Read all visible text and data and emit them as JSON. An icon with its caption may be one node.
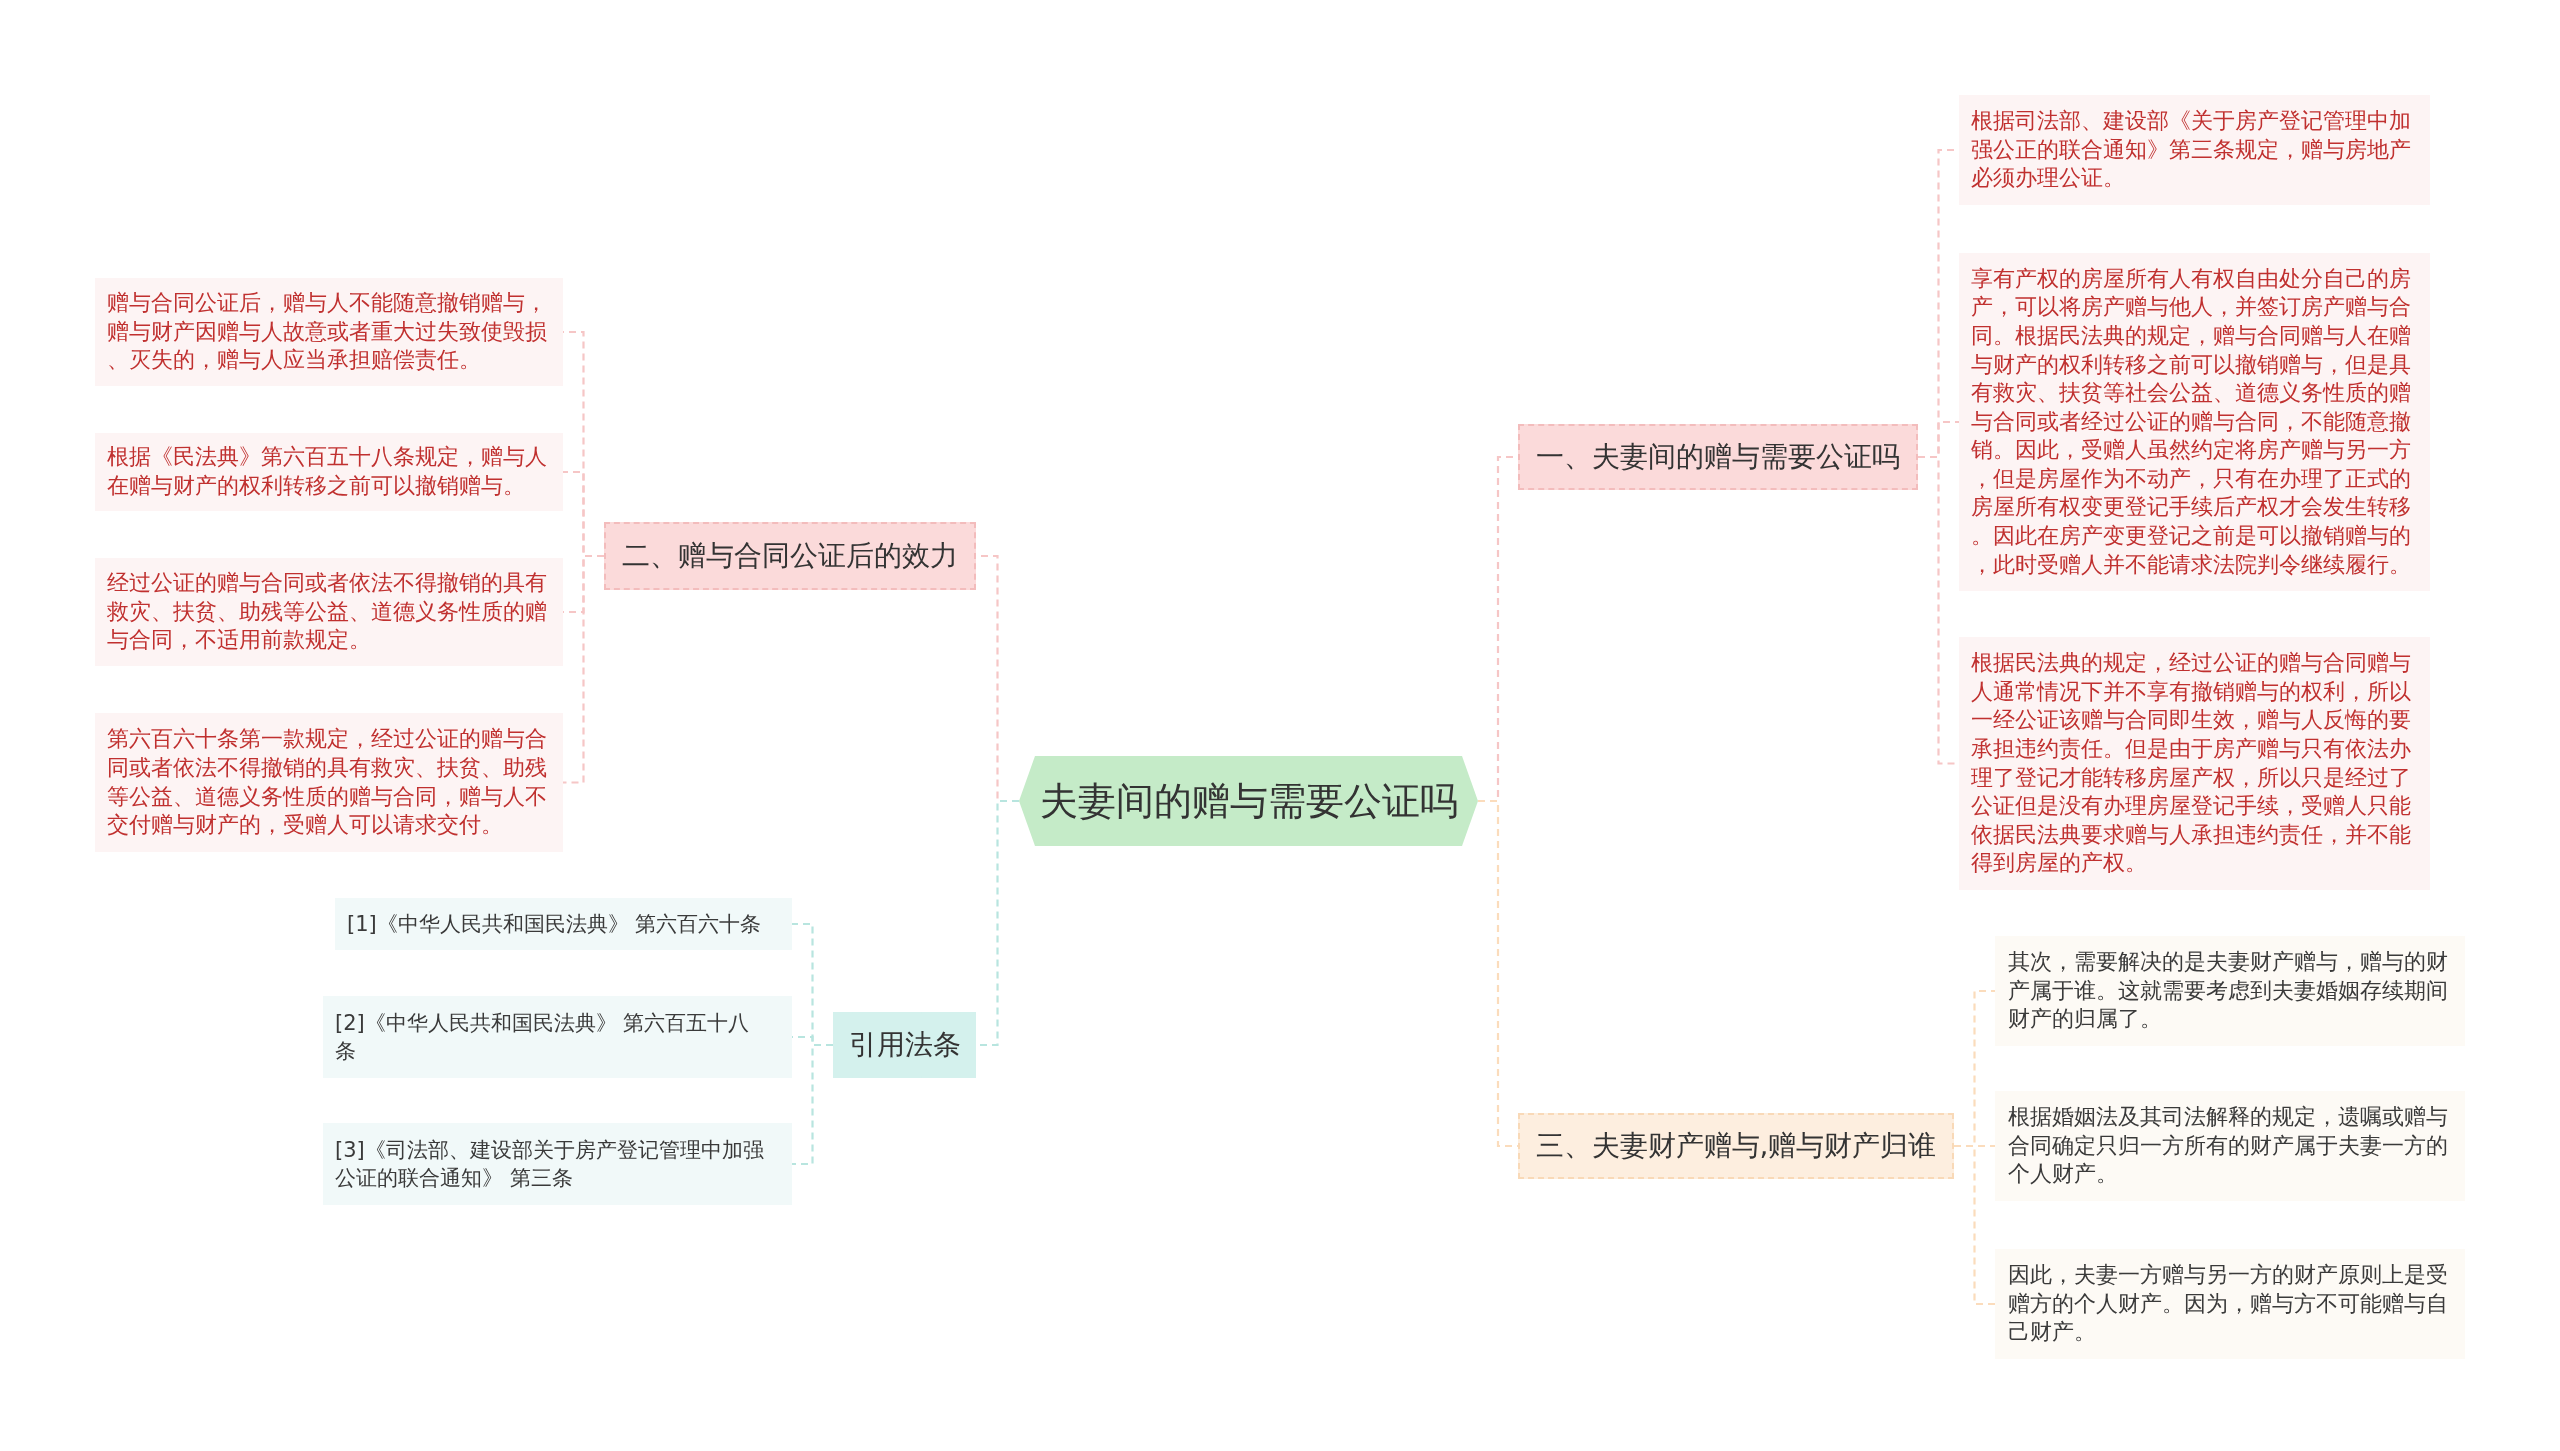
{
  "diagram": {
    "nodes": [
      {
        "text": [
          "夫妻间的赠与需要公证吗"
        ]
      },
      {
        "text": [
          "一、夫妻间的赠与需要公证吗"
        ]
      },
      {
        "text": [
          "根据司法部、建设部《关于房产登记管理中加强公正的联合通知》第三条规定，赠与房地产必须办理公证。"
        ]
      },
      {
        "text": [
          "享有产权的房屋所有人有权自由处分自己的房产，可以将房产赠与他人，并签订房产赠与合同。根据民法典的规定，赠与合同赠与人在赠与财产的权利转移之前可以撤销赠与，但是具有救灾、扶贫等社会公益、道德义务性质的赠与合同或者经过公证的赠与合同，不能随意撤销。因此，受赠人虽然约定将房产赠与另一方，但是房屋作为不动产，只有在办理了正式的房屋所有权变更登记手续后产权才会发生转移。因此在房产变更登记之前是可以撤销赠与的，此时受赠人并不能请求法院判令继续履行。"
        ]
      },
      {
        "text": [
          "根据民法典的规定，经过公证的赠与合同赠与人通常情况下并不享有撤销赠与的权利，所以一经公证该赠与合同即生效，赠与人反悔的要承担违约责任。但是由于房产赠与只有依法办理了登记才能转移房屋产权，所以只是经过了公证但是没有办理房屋登记手续，受赠人只能依据民法典要求赠与人承担违约责任，并不能得到房屋的产权。"
        ]
      },
      {
        "text": [
          "三、夫妻财产赠与,赠与财产归谁"
        ]
      },
      {
        "text": [
          "其次，需要解决的是夫妻财产赠与，赠与的财产属于谁。这就需要考虑到夫妻婚姻存续期间财产的归属了。"
        ]
      },
      {
        "text": [
          "根据婚姻法及其司法解释的规定，遗嘱或赠与合同确定只归一方所有的财产属于夫妻一方的个人财产。"
        ]
      },
      {
        "text": [
          "因此，夫妻一方赠与另一方的财产原则上是受赠方的个人财产。因为，赠与方不可能赠与自己财产。"
        ]
      },
      {
        "text": [
          "二、赠与合同公证后的效力"
        ]
      },
      {
        "text": [
          "赠与合同公证后，赠与人不能随意撤销赠与，赠与财产因赠与人故意或者重大过失致使毁损、灭失的，赠与人应当承担赔偿责任。"
        ]
      },
      {
        "text": [
          "根据《民法典》第六百五十八条规定，赠与人在赠与财产的权利转移之前可以撤销赠与。"
        ]
      },
      {
        "text": [
          "经过公证的赠与合同或者依法不得撤销的具有救灾、扶贫、助残等公益、道德义务性质的赠与合同，不适用前款规定。"
        ]
      },
      {
        "text": [
          "第六百六十条第一款规定，经过公证的赠与合同或者依法不得撤销的具有救灾、扶贫、助残等公益、道德义务性质的赠与合同，赠与人不交付赠与财产的，受赠人可以请求交付。"
        ]
      },
      {
        "text": [
          "引用法条"
        ]
      },
      {
        "text": [
          "[1]《中华人民共和国民法典》 第六百六十条"
        ]
      },
      {
        "text": [
          "[2]《中华人民共和国民法典》 第六百五十八条"
        ]
      },
      {
        "text": [
          "[3]《司法部、建设部关于房产登记管理中加强公证的联合通知》 第三条"
        ]
      }
    ],
    "edges": [
      {
        "from": 0,
        "to": 1,
        "arrow": "none"
      },
      {
        "from": 1,
        "to": 2,
        "arrow": "none"
      },
      {
        "from": 1,
        "to": 3,
        "arrow": "none"
      },
      {
        "from": 1,
        "to": 4,
        "arrow": "none"
      },
      {
        "from": 0,
        "to": 5,
        "arrow": "none",
        "color": "#fbdcbc"
      },
      {
        "from": 5,
        "to": 6,
        "arrow": "none",
        "color": "#fbdcbc"
      },
      {
        "from": 5,
        "to": 7,
        "arrow": "none",
        "color": "#fbdcbc"
      },
      {
        "from": 5,
        "to": 8,
        "arrow": "none",
        "color": "#fbdcbc"
      },
      {
        "from": 0,
        "to": 9,
        "arrow": "none"
      },
      {
        "from": 9,
        "to": 10,
        "arrow": "none"
      },
      {
        "from": 9,
        "to": 11,
        "arrow": "none"
      },
      {
        "from": 9,
        "to": 12,
        "arrow": "none"
      },
      {
        "from": 9,
        "to": 13,
        "arrow": "none"
      },
      {
        "from": 0,
        "to": 14,
        "arrow": "none",
        "color": "#b8e5df"
      },
      {
        "from": 14,
        "to": 15,
        "arrow": "none",
        "color": "#b8e5df"
      },
      {
        "from": 14,
        "to": 16,
        "arrow": "none",
        "color": "#b8e5df"
      },
      {
        "from": 14,
        "to": 17,
        "arrow": "none",
        "color": "#b8e5df"
      }
    ]
  }
}
